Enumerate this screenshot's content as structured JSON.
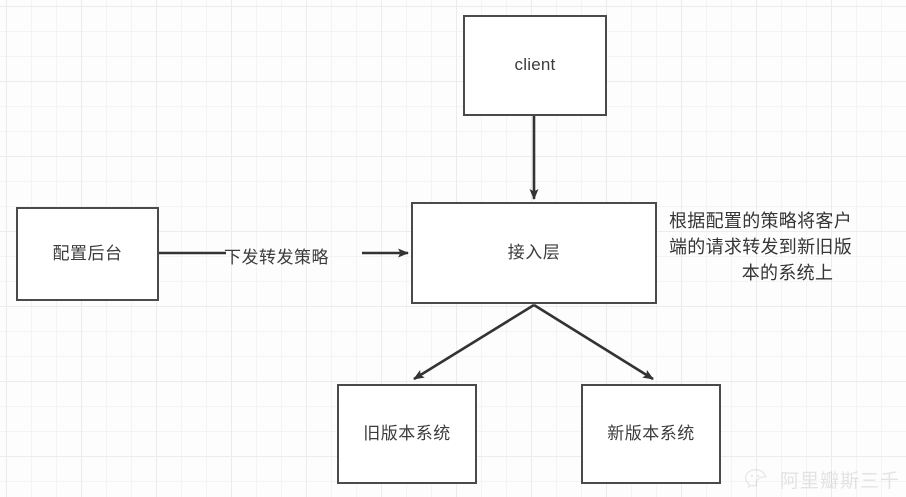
{
  "diagram": {
    "type": "flowchart",
    "background": "grid-paper",
    "colors": {
      "node_border": "#4a4a4a",
      "node_fill": "#ffffff",
      "text": "#3c3c3c",
      "edge": "#333333",
      "grid_minor": "#f4f4f4",
      "grid_major": "#ececec"
    },
    "nodes": [
      {
        "id": "client",
        "label": "client",
        "script": "latin"
      },
      {
        "id": "access",
        "label": "接入层",
        "script": "cjk"
      },
      {
        "id": "config",
        "label": "配置后台",
        "script": "cjk"
      },
      {
        "id": "old_system",
        "label": "旧版本系统",
        "script": "cjk"
      },
      {
        "id": "new_system",
        "label": "新版本系统",
        "script": "cjk"
      }
    ],
    "edges": [
      {
        "id": "client-to-access",
        "from": "client",
        "to": "access",
        "label": ""
      },
      {
        "id": "config-to-access",
        "from": "config",
        "to": "access",
        "label": "下发转发策略"
      },
      {
        "id": "access-to-old-system",
        "from": "access",
        "to": "old_system",
        "label": ""
      },
      {
        "id": "access-to-new-system",
        "from": "access",
        "to": "new_system",
        "label": ""
      }
    ],
    "annotation": {
      "full_text": "根据配置的策略将客户端的请求转发到新旧版本的系统上",
      "lines": [
        "根据配置的策略将客户",
        "端的请求转发到新旧版",
        "本的系统上"
      ]
    },
    "watermark": {
      "text": "阿里瓣斯三千",
      "icon": "wechat-icon"
    }
  }
}
